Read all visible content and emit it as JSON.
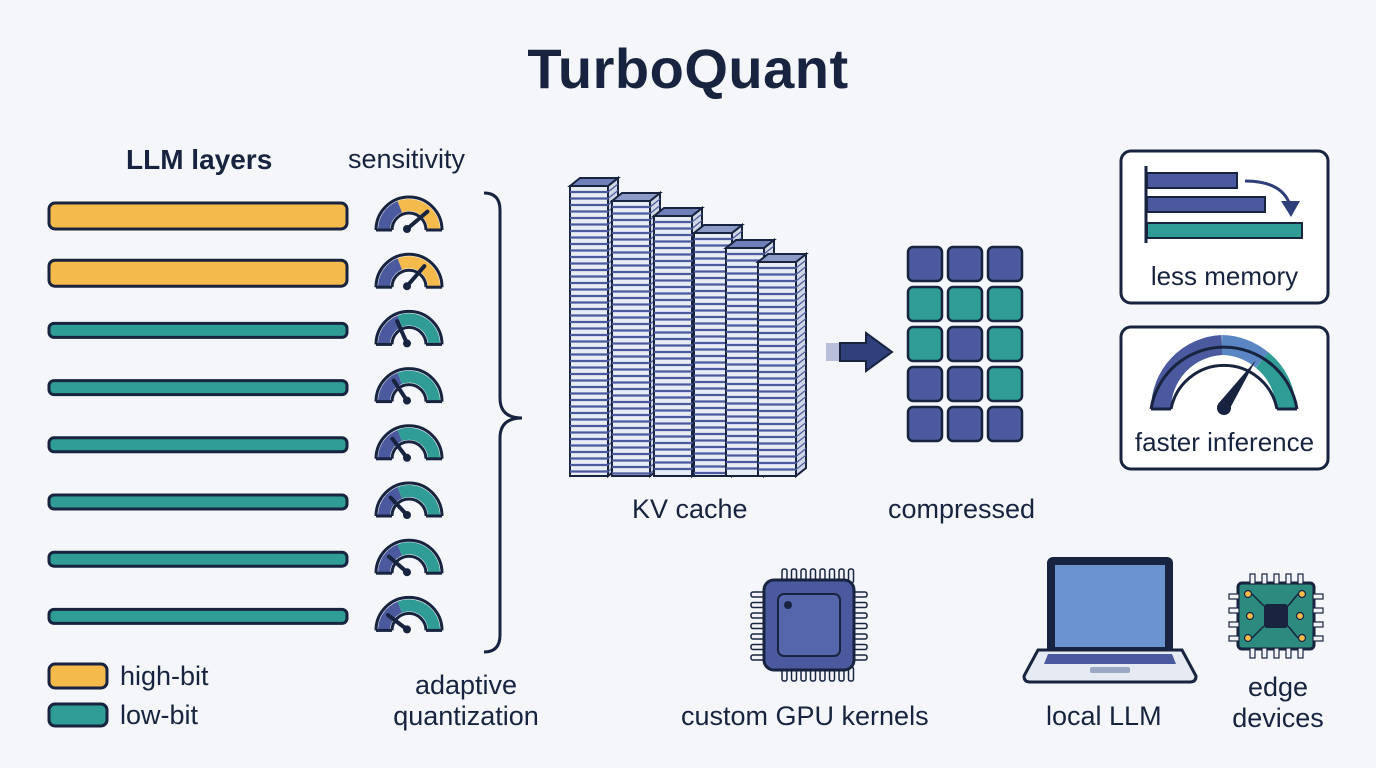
{
  "title": "TurboQuant",
  "layers": {
    "heading": "LLM layers",
    "sensitivity_heading": "sensitivity",
    "rows": [
      {
        "bit": "high",
        "sensitivity": 0.75
      },
      {
        "bit": "high",
        "sensitivity": 0.7
      },
      {
        "bit": "low",
        "sensitivity": 0.35
      },
      {
        "bit": "low",
        "sensitivity": 0.3
      },
      {
        "bit": "low",
        "sensitivity": 0.28
      },
      {
        "bit": "low",
        "sensitivity": 0.25
      },
      {
        "bit": "low",
        "sensitivity": 0.22
      },
      {
        "bit": "low",
        "sensitivity": 0.2
      }
    ]
  },
  "brace_label": "adaptive quantization",
  "kv_cache": {
    "label": "KV cache"
  },
  "compressed": {
    "label": "compressed",
    "grid": [
      [
        "navy",
        "navy",
        "navy"
      ],
      [
        "teal",
        "teal",
        "teal"
      ],
      [
        "teal",
        "navy",
        "teal"
      ],
      [
        "navy",
        "navy",
        "teal"
      ],
      [
        "navy",
        "navy",
        "navy"
      ]
    ]
  },
  "benefits": {
    "memory": {
      "label": "less memory"
    },
    "speed": {
      "label": "faster inference"
    }
  },
  "deployment": {
    "gpu": {
      "label": "custom GPU kernels",
      "icon": "gpu-chip-icon"
    },
    "laptop": {
      "label": "local LLM",
      "icon": "laptop-icon"
    },
    "edge": {
      "label": "edge devices",
      "icon": "circuit-board-icon"
    }
  },
  "legend": {
    "high_label": "high-bit",
    "low_label": "low-bit"
  },
  "colors": {
    "navy": "#17233f",
    "gold": "#f5ba4c",
    "teal": "#2f9c95",
    "indigo": "#4b5a9e",
    "blue_screen": "#6b93cf",
    "board_green": "#2d8a7e"
  }
}
